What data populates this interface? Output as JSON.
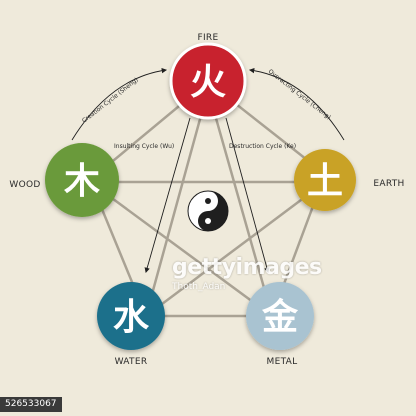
{
  "elements": [
    {
      "key": "fire",
      "label": "FIRE",
      "glyph": "火",
      "color": "#c8202f"
    },
    {
      "key": "earth",
      "label": "EARTH",
      "glyph": "土",
      "color": "#c9a227"
    },
    {
      "key": "metal",
      "label": "METAL",
      "glyph": "金",
      "color": "#a9c3d1"
    },
    {
      "key": "water",
      "label": "WATER",
      "glyph": "水",
      "color": "#1d6f8b"
    },
    {
      "key": "wood",
      "label": "WOOD",
      "glyph": "木",
      "color": "#6a9a3a"
    }
  ],
  "cycles": {
    "creation": "Creation Cycle (Sheng)",
    "overacting": "Overacting Cycle (Cheng)",
    "insulting": "Insulting Cycle (Wu)",
    "destruction": "Destruction Cycle (Ke)"
  },
  "watermark": {
    "logo": "gettyimages",
    "credit": "Thoth_Adan"
  },
  "stock_id": "526533067",
  "colors": {
    "background": "#efeadb",
    "line": "#a9a294",
    "arrow": "#1f1f1f"
  }
}
